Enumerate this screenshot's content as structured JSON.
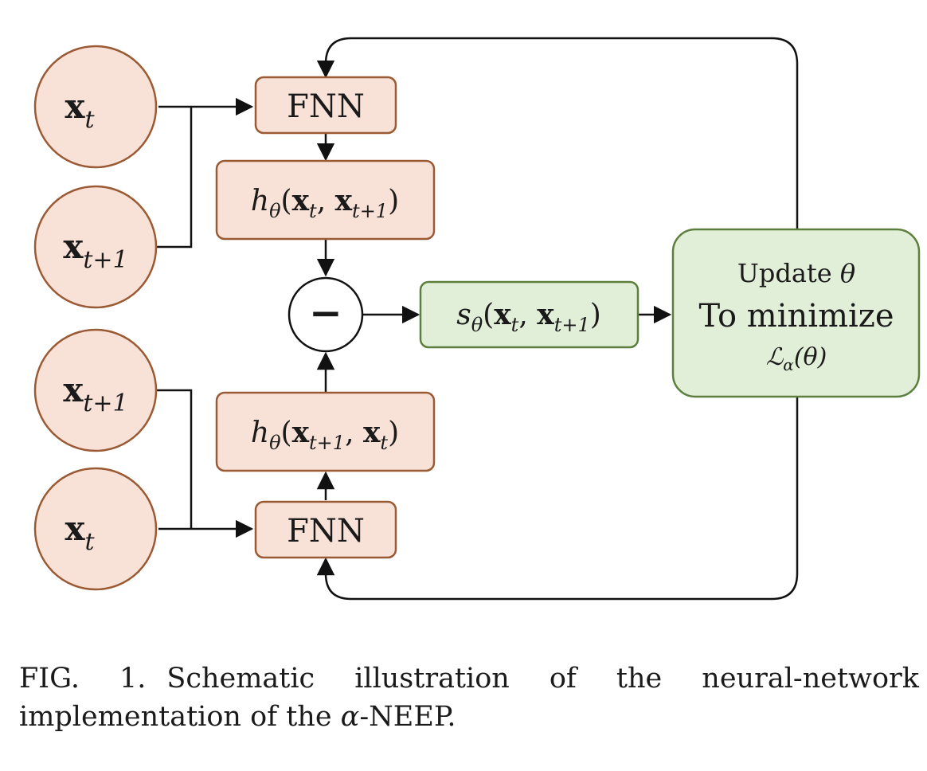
{
  "inputs": {
    "top_xt": {
      "sym": "x",
      "sub": "t"
    },
    "top_xt1": {
      "sym": "x",
      "sub": "t+1"
    },
    "bottom_xt1": {
      "sym": "x",
      "sub": "t+1"
    },
    "bottom_xt": {
      "sym": "x",
      "sub": "t"
    }
  },
  "boxes": {
    "fnn_top": "FNN",
    "fnn_bottom": "FNN",
    "h_top": {
      "fn": "h",
      "param": "θ",
      "open": "(",
      "a": "x",
      "a_sub": "t",
      "comma": ", ",
      "b": "x",
      "b_sub": "t+1",
      "close": ")"
    },
    "h_bottom": {
      "fn": "h",
      "param": "θ",
      "open": "(",
      "a": "x",
      "a_sub": "t+1",
      "comma": ", ",
      "b": "x",
      "b_sub": "t",
      "close": ")"
    },
    "s": {
      "fn": "s",
      "param": "θ",
      "open": "(",
      "a": "x",
      "a_sub": "t",
      "comma": ", ",
      "b": "x",
      "b_sub": "t+1",
      "close": ")"
    },
    "minus": "−"
  },
  "update": {
    "line1": "Update ",
    "theta": "θ",
    "line2": "To minimize",
    "loss": "ℒ",
    "loss_sub": "α",
    "loss_arg": "(θ)"
  },
  "caption": {
    "label": "FIG. 1.",
    "text_before": "Schematic illustration of the neural-network implementation of the ",
    "alpha": "α",
    "text_after": "-NEEP."
  },
  "colors": {
    "orange_fill": "#f8e1d6",
    "orange_stroke": "#9a5a34",
    "green_fill": "#e2efd8",
    "green_stroke": "#5d7f3e",
    "line": "#111111"
  }
}
